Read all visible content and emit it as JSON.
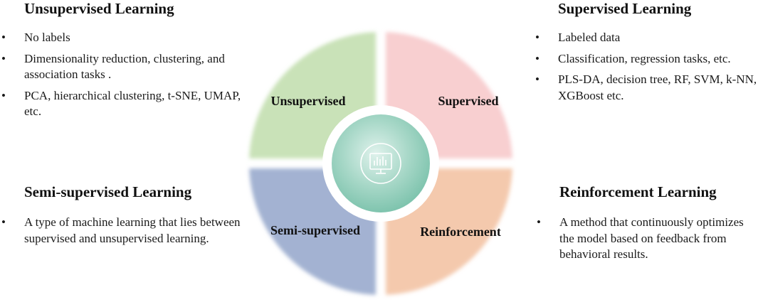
{
  "sections": {
    "unsupervised": {
      "title": "Unsupervised Learning",
      "bullets": [
        "No labels",
        "Dimensionality reduction, clustering, and association tasks .",
        "PCA, hierarchical clustering, t-SNE, UMAP, etc."
      ]
    },
    "supervised": {
      "title": "Supervised Learning",
      "bullets": [
        "Labeled data",
        "Classification, regression tasks, etc.",
        "PLS-DA, decision tree, RF, SVM, k-NN, XGBoost etc."
      ]
    },
    "semi": {
      "title": "Semi-supervised Learning",
      "bullets": [
        "A type of machine learning that lies between supervised and unsupervised learning."
      ]
    },
    "reinforcement": {
      "title": "Reinforcement Learning",
      "bullets": [
        "A method that continuously optimizes the model based on feedback from behavioral results."
      ]
    }
  },
  "bullet_char": "•",
  "quadrants": {
    "unsupervised": {
      "label": "Unsupervised",
      "color": "#c9e2b8"
    },
    "supervised": {
      "label": "Supervised",
      "color": "#f8cfd0"
    },
    "semi": {
      "label": "Semi-supervised",
      "color": "#a3b2d2"
    },
    "reinforcement": {
      "label": "Reinforcement",
      "color": "#f4c9ad"
    }
  },
  "center": {
    "icon": "monitor-chart-icon",
    "color": "#a8d8c8"
  }
}
